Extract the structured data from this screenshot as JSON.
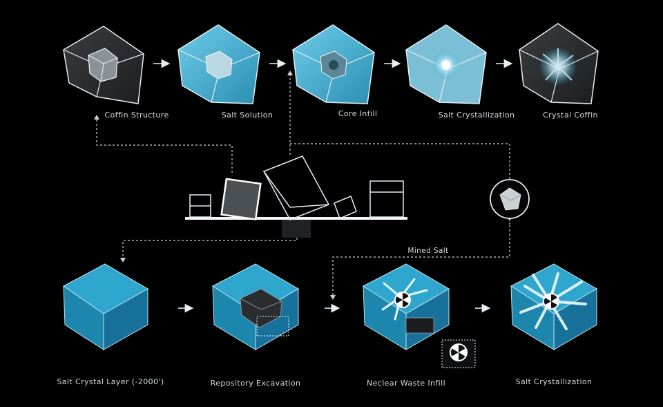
{
  "top_row": {
    "steps": [
      {
        "label": "Coffin Structure",
        "icon": "wireframe-cube-with-inner-cube"
      },
      {
        "label": "Salt Solution",
        "icon": "cube-filled-with-solution"
      },
      {
        "label": "Core Infill",
        "icon": "cube-with-infill-core"
      },
      {
        "label": "Salt Crystallization",
        "icon": "cube-with-crystal-growth"
      },
      {
        "label": "Crystal Coffin",
        "icon": "cube-crystal-coffin"
      }
    ]
  },
  "middle": {
    "blocks_icon": "assorted-boxes-on-platform",
    "sample_icon": "salt-crystal-sample"
  },
  "bottom_row": {
    "mined_label": "Mined Salt",
    "steps": [
      {
        "label": "Salt Crystal Layer (-2000')",
        "icon": "salt-layer-block"
      },
      {
        "label": "Repository Excavation",
        "icon": "excavated-block"
      },
      {
        "label": "Neclear Waste Infill",
        "icon": "block-with-waste-and-crystals"
      },
      {
        "label": "Salt Crystallization",
        "icon": "block-with-crystallized-salt"
      }
    ],
    "waste_icon": "radiation-trefoil-icon"
  },
  "colors": {
    "background": "#000000",
    "salt_blue": "#29a6cc",
    "pale_blue": "#8fd3ea",
    "line": "#e6eef2",
    "dashed": "#c8d2d8"
  }
}
